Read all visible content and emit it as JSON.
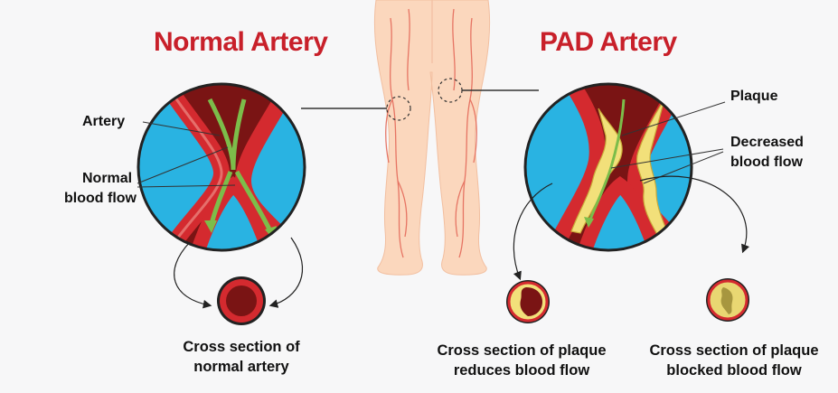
{
  "titles": {
    "normal": "Normal Artery",
    "pad": "PAD Artery"
  },
  "labels": {
    "artery": "Artery",
    "normal_flow_1": "Normal",
    "normal_flow_2": "blood flow",
    "plaque": "Plaque",
    "decreased_1": "Decreased",
    "decreased_2": "blood flow"
  },
  "captions": {
    "normal_1": "Cross section of",
    "normal_2": "normal artery",
    "reduced_1": "Cross section of plaque",
    "reduced_2": "reduces blood flow",
    "blocked_1": "Cross section of plaque",
    "blocked_2": "blocked blood flow"
  },
  "colors": {
    "title_red": "#c8202a",
    "background": "#f7f7f8",
    "circle_blue": "#29b3e2",
    "artery_red": "#d42a2f",
    "artery_dark": "#7a1414",
    "flow_green": "#7cbd4a",
    "plaque_yellow": "#f2e07a",
    "skin": "#fbd7bd"
  },
  "icons": [
    "legs-illustration",
    "magnifier-circle",
    "cross-section-ring",
    "curved-arrow"
  ]
}
